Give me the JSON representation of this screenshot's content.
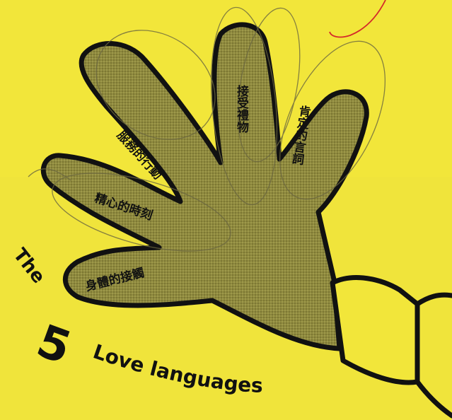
{
  "tagline": {
    "the": "The",
    "number": "5",
    "phrase": "Love languages"
  },
  "hand": {
    "fill_color": "#8f8a3e",
    "outline_color": "#111111",
    "background_color": "#f2e63a",
    "fingers": [
      {
        "id": "thumb",
        "label": "身體的接觸"
      },
      {
        "id": "index",
        "label": "精心的時刻"
      },
      {
        "id": "middle",
        "label": "服務的行動"
      },
      {
        "id": "ring",
        "label": "接受禮物"
      },
      {
        "id": "pinky",
        "label": "肯定的言詞"
      }
    ]
  },
  "accent_color": "#d42a2a"
}
